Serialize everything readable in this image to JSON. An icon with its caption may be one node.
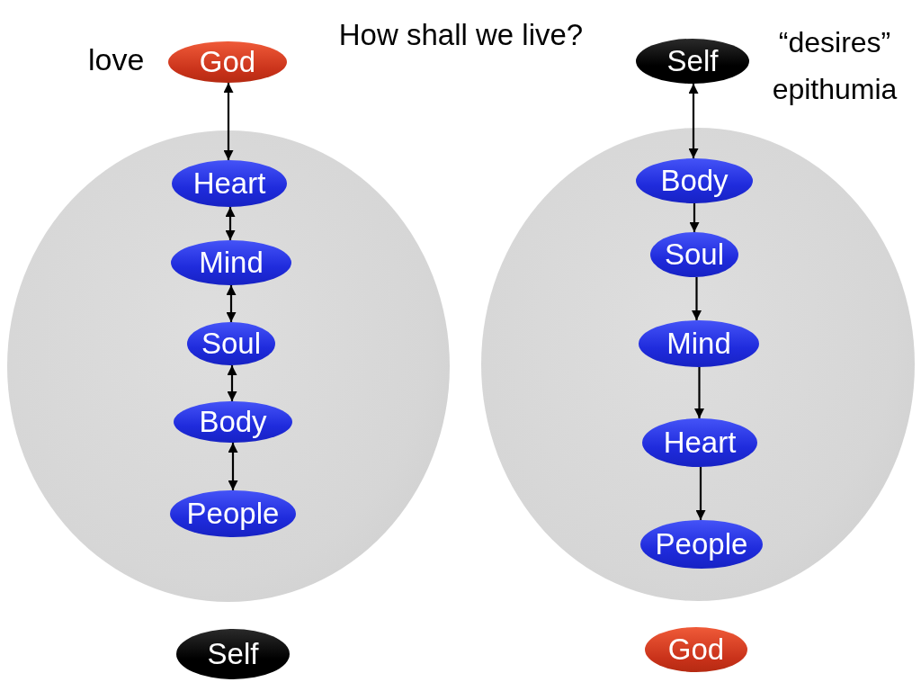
{
  "diagram": {
    "title": "How shall we live?",
    "nodes": [
      {
        "text": [
          "God"
        ],
        "beside": [
          "love"
        ]
      },
      {
        "text": [],
        "shape": "ellipse"
      },
      {
        "text": [
          "Heart"
        ],
        "in": 1
      },
      {
        "text": [
          "Mind"
        ],
        "in": 1
      },
      {
        "text": [
          "Soul"
        ],
        "in": 1
      },
      {
        "text": [
          "Body"
        ],
        "in": 1
      },
      {
        "text": [
          "People"
        ],
        "in": 1
      },
      {
        "text": [
          "Self"
        ]
      },
      {
        "text": [
          "Self"
        ],
        "beside": [
          "“desires” epithumia"
        ]
      },
      {
        "text": [],
        "shape": "ellipse"
      },
      {
        "text": [
          "Body"
        ],
        "in": 9
      },
      {
        "text": [
          "Soul"
        ],
        "in": 9
      },
      {
        "text": [
          "Mind"
        ],
        "in": 9
      },
      {
        "text": [
          "Heart"
        ],
        "in": 9
      },
      {
        "text": [
          "People"
        ],
        "in": 9
      },
      {
        "text": [
          "God"
        ]
      }
    ],
    "edges": [
      {
        "from": 0,
        "to": 2,
        "arrow": "both"
      },
      {
        "from": 2,
        "to": 3,
        "arrow": "both"
      },
      {
        "from": 3,
        "to": 4,
        "arrow": "both"
      },
      {
        "from": 4,
        "to": 5,
        "arrow": "both"
      },
      {
        "from": 5,
        "to": 6,
        "arrow": "both"
      },
      {
        "from": 8,
        "to": 10,
        "arrow": "both"
      },
      {
        "from": 10,
        "to": 11,
        "arrow": "to"
      },
      {
        "from": 11,
        "to": 12,
        "arrow": "to"
      },
      {
        "from": 12,
        "to": 13,
        "arrow": "to"
      },
      {
        "from": 13,
        "to": 14,
        "arrow": "to"
      }
    ]
  }
}
